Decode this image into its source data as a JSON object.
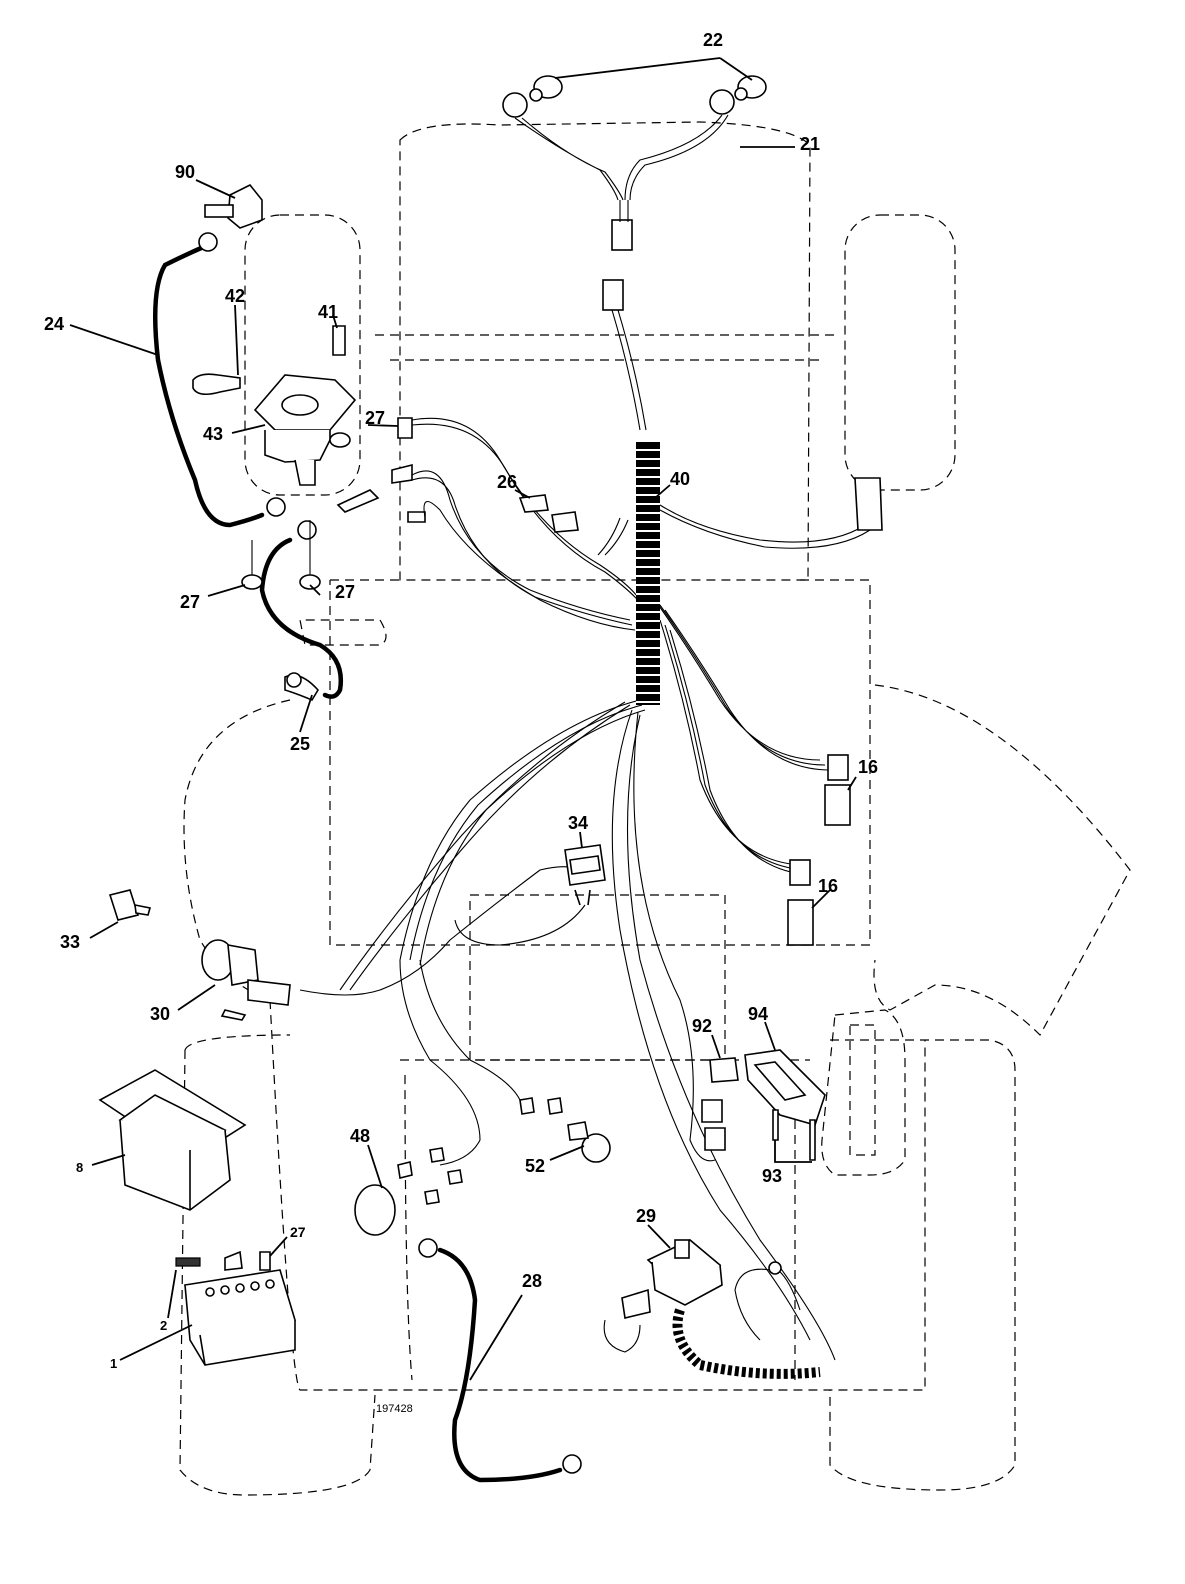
{
  "drawing_number": "197428",
  "callouts": [
    {
      "id": "22",
      "label": "22"
    },
    {
      "id": "21",
      "label": "21"
    },
    {
      "id": "90",
      "label": "90"
    },
    {
      "id": "42",
      "label": "42"
    },
    {
      "id": "41",
      "label": "41"
    },
    {
      "id": "24",
      "label": "24"
    },
    {
      "id": "43",
      "label": "43"
    },
    {
      "id": "27a",
      "label": "27"
    },
    {
      "id": "27b",
      "label": "27"
    },
    {
      "id": "27c",
      "label": "27"
    },
    {
      "id": "27d",
      "label": "27"
    },
    {
      "id": "26",
      "label": "26"
    },
    {
      "id": "40",
      "label": "40"
    },
    {
      "id": "25",
      "label": "25"
    },
    {
      "id": "16a",
      "label": "16"
    },
    {
      "id": "16b",
      "label": "16"
    },
    {
      "id": "34",
      "label": "34"
    },
    {
      "id": "33",
      "label": "33"
    },
    {
      "id": "30",
      "label": "30"
    },
    {
      "id": "92",
      "label": "92"
    },
    {
      "id": "94",
      "label": "94"
    },
    {
      "id": "8",
      "label": "8"
    },
    {
      "id": "48",
      "label": "48"
    },
    {
      "id": "52",
      "label": "52"
    },
    {
      "id": "93",
      "label": "93"
    },
    {
      "id": "29",
      "label": "29"
    },
    {
      "id": "28",
      "label": "28"
    },
    {
      "id": "2",
      "label": "2"
    },
    {
      "id": "1",
      "label": "1"
    }
  ]
}
